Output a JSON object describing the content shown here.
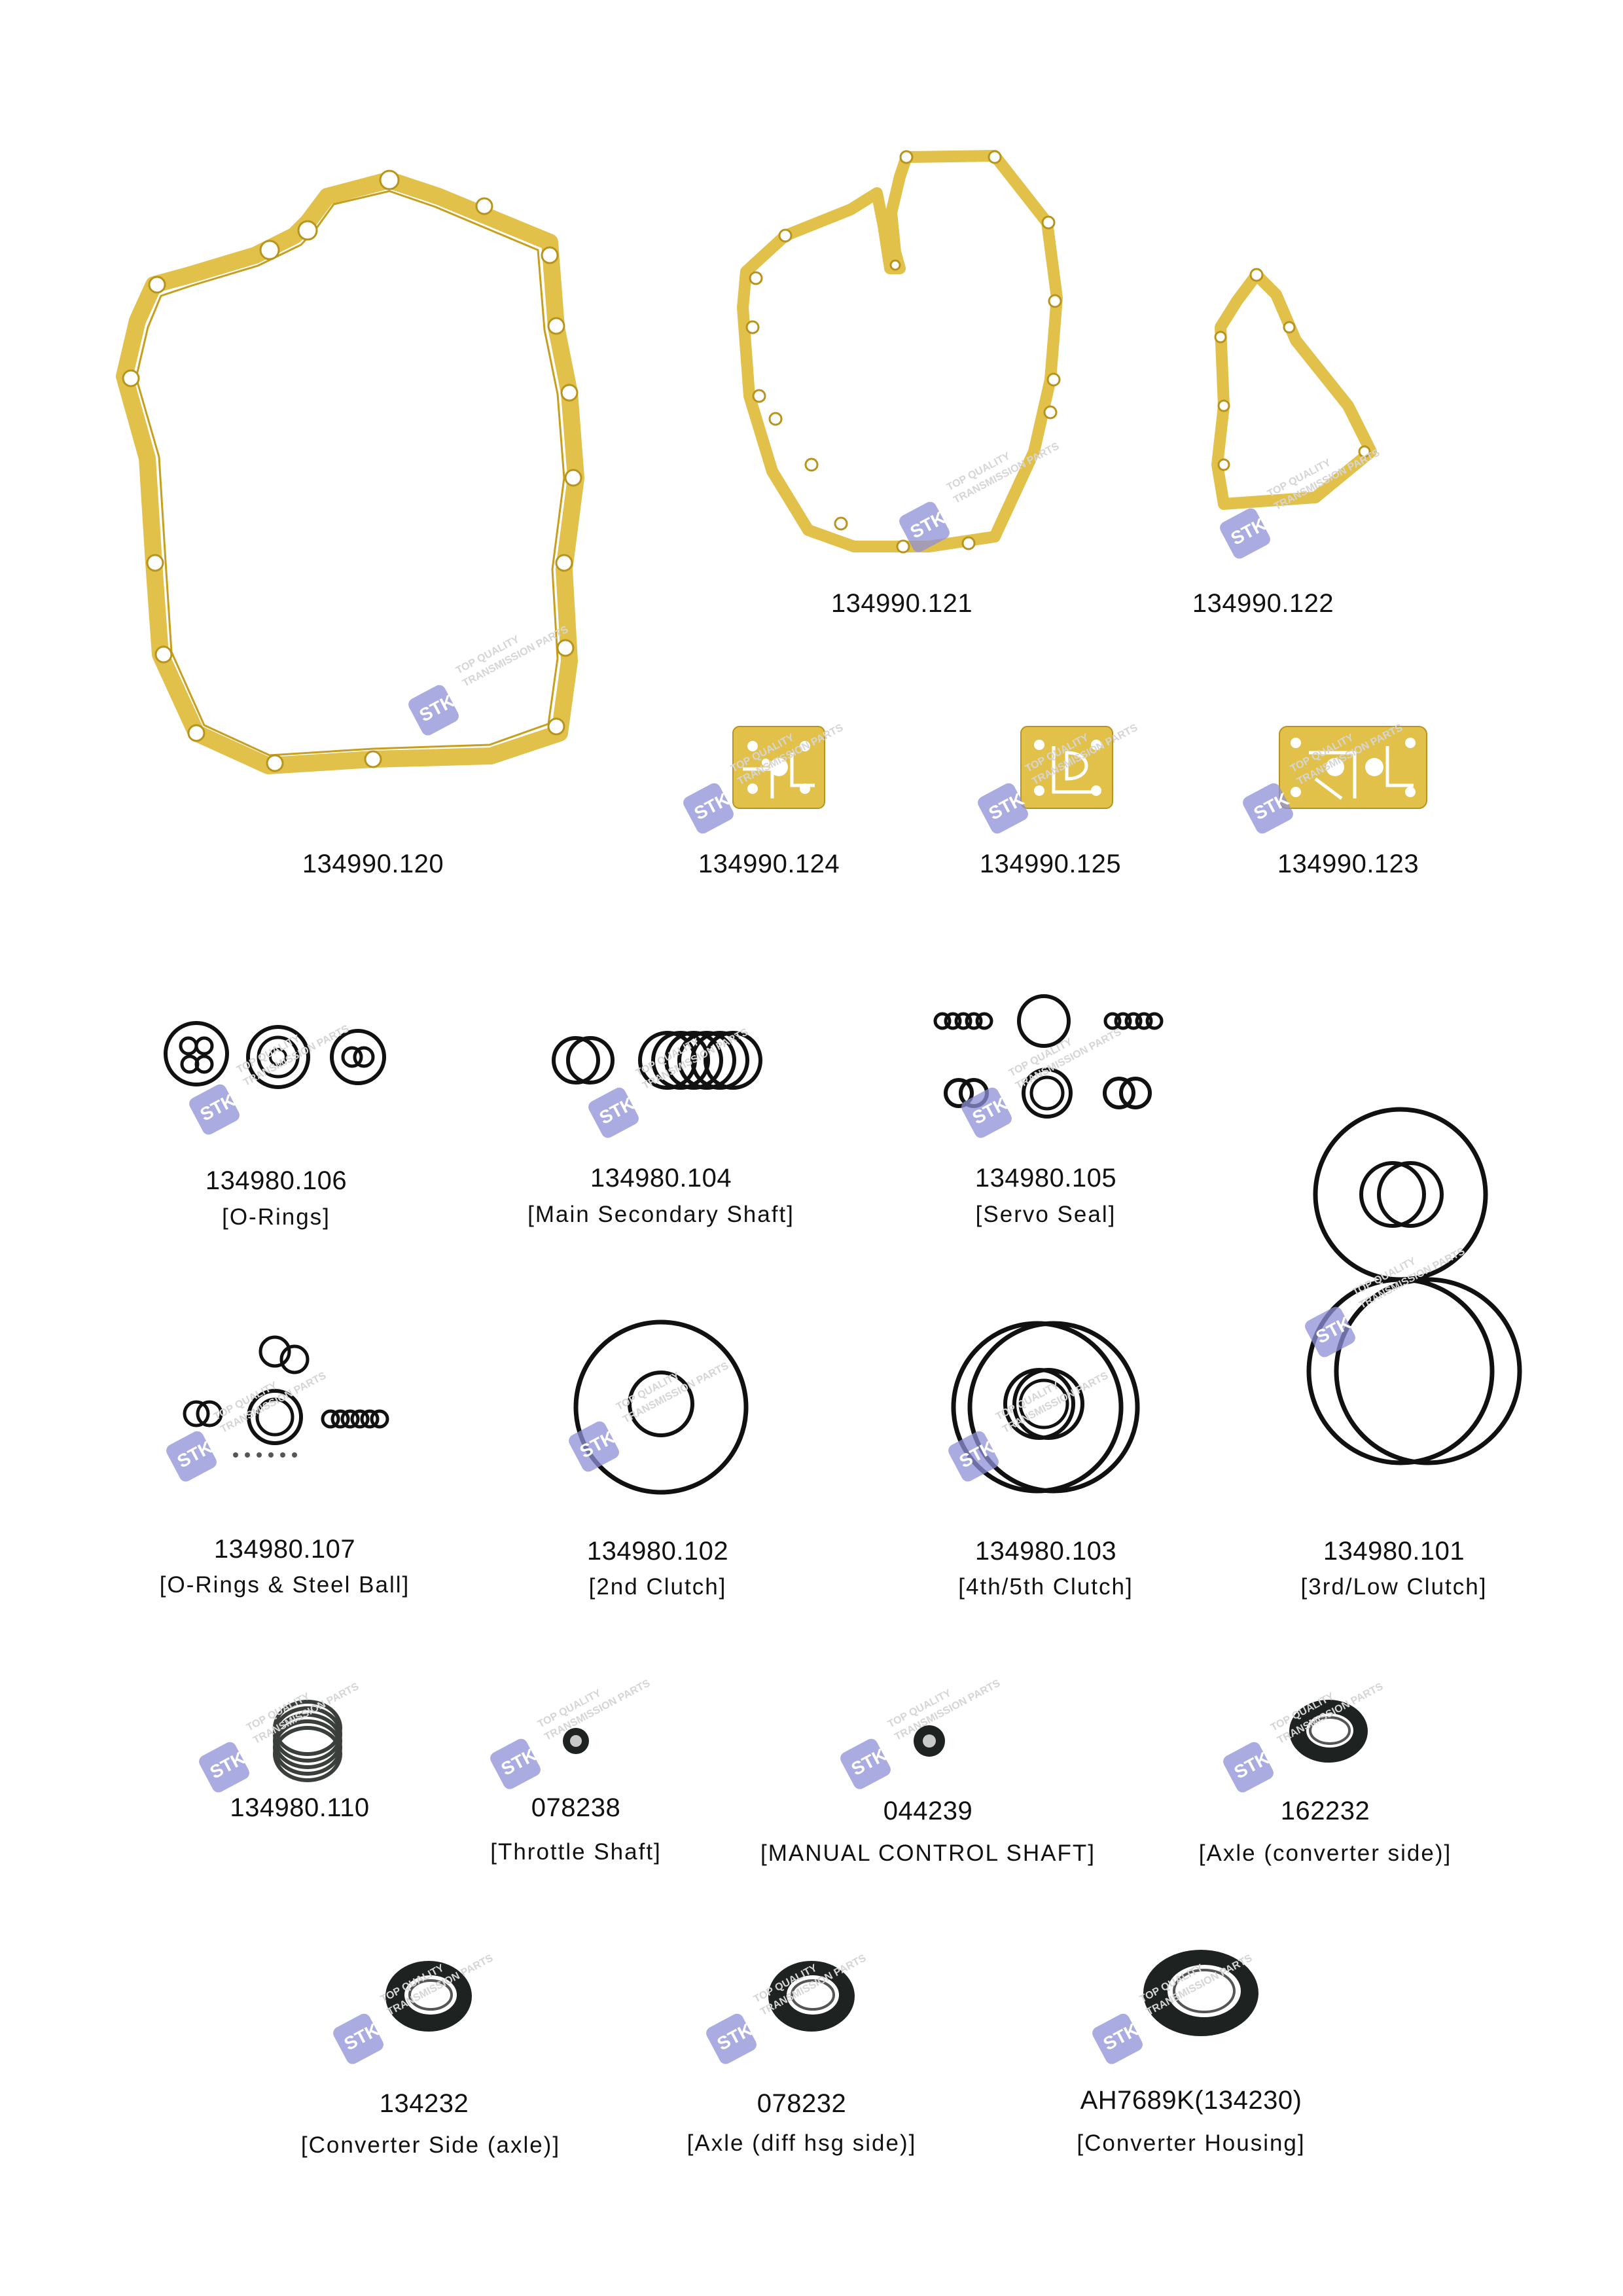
{
  "brand": {
    "badge_color": "#8e8fd6",
    "gasket_color": "#e2c14a",
    "watermark_lines": [
      "TOP QUALITY",
      "TRANSMISSION PARTS"
    ]
  },
  "parts": [
    {
      "id": "p120",
      "code": "134990.120",
      "desc": ""
    },
    {
      "id": "p121",
      "code": "134990.121",
      "desc": ""
    },
    {
      "id": "p122",
      "code": "134990.122",
      "desc": ""
    },
    {
      "id": "p124",
      "code": "134990.124",
      "desc": ""
    },
    {
      "id": "p125",
      "code": "134990.125",
      "desc": ""
    },
    {
      "id": "p123",
      "code": "134990.123",
      "desc": ""
    },
    {
      "id": "p106",
      "code": "134980.106",
      "desc": "[O-Rings]"
    },
    {
      "id": "p104",
      "code": "134980.104",
      "desc": "[Main Secondary Shaft]"
    },
    {
      "id": "p105",
      "code": "134980.105",
      "desc": "[Servo Seal]"
    },
    {
      "id": "p107",
      "code": "134980.107",
      "desc": "[O-Rings & Steel Ball]"
    },
    {
      "id": "p102",
      "code": "134980.102",
      "desc": "[2nd  Clutch]"
    },
    {
      "id": "p103",
      "code": "134980.103",
      "desc": "[4th/5th Clutch]"
    },
    {
      "id": "p101",
      "code": "134980.101",
      "desc": "[3rd/Low Clutch]"
    },
    {
      "id": "p110",
      "code": "134980.110",
      "desc": ""
    },
    {
      "id": "p078238",
      "code": "078238",
      "desc": "[Throttle Shaft]"
    },
    {
      "id": "p044239",
      "code": "044239",
      "desc": "[MANUAL CONTROL SHAFT]"
    },
    {
      "id": "p162232",
      "code": "162232",
      "desc": "[Axle (converter side)]"
    },
    {
      "id": "p134232",
      "code": "134232",
      "desc": "[Converter Side (axle)]"
    },
    {
      "id": "p078232",
      "code": "078232",
      "desc": "[Axle (diff hsg side)]"
    },
    {
      "id": "pAH7689K",
      "code": "AH7689K(134230)",
      "desc": "[Converter Housing]"
    }
  ]
}
